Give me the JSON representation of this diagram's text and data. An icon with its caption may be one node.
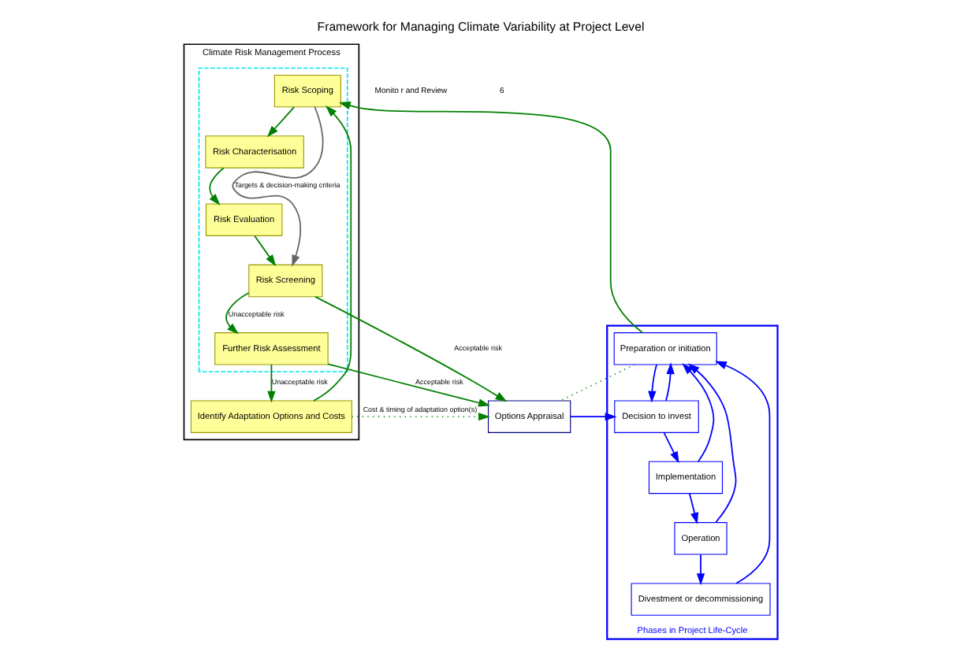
{
  "diagram": {
    "title": "Framework for Managing Climate Variability at Project Level",
    "nodes": [
      {
        "text": [
          "Phases in Project Life-Cycle"
        ]
      },
      {
        "text": [
          "Preparation or initiation"
        ],
        "in": 0
      },
      {
        "text": [
          "Decision to invest"
        ],
        "in": 0
      },
      {
        "text": [
          "Implementation"
        ],
        "in": 0
      },
      {
        "text": [
          "Operation"
        ],
        "in": 0
      },
      {
        "text": [
          "Divestment or decommissioning"
        ],
        "in": 0
      },
      {
        "text": [
          "Options Appraisal"
        ]
      },
      {
        "text": [
          "Climate Risk Management Process"
        ]
      },
      {
        "text": [],
        "shape": "box",
        "in": 7
      },
      {
        "text": [
          "Risk Scoping"
        ],
        "in": 8
      },
      {
        "text": [
          "Risk Characterisation"
        ],
        "in": 8
      },
      {
        "text": [
          "Risk Evaluation"
        ],
        "in": 8
      },
      {
        "text": [
          "Risk Screening"
        ],
        "in": 8
      },
      {
        "text": [
          "Further Risk Assessment"
        ],
        "in": 8
      },
      {
        "text": [
          "Identify Adaptation Options and Costs"
        ],
        "in": 7
      }
    ],
    "edges": [
      {
        "from": 1,
        "to": 2,
        "arrow": "to",
        "color": "#0000ff"
      },
      {
        "from": 2,
        "to": 3,
        "arrow": "to",
        "color": "#0000ff"
      },
      {
        "from": 3,
        "to": 4,
        "arrow": "to",
        "color": "#0000ff"
      },
      {
        "from": 4,
        "to": 5,
        "arrow": "to",
        "color": "#0000ff"
      },
      {
        "from": 2,
        "to": 1,
        "arrow": "to",
        "color": "#0000ff"
      },
      {
        "from": 3,
        "to": 1,
        "arrow": "to",
        "color": "#0000ff"
      },
      {
        "from": 4,
        "to": 1,
        "arrow": "to",
        "color": "#0000ff"
      },
      {
        "from": 5,
        "to": 1,
        "arrow": "to",
        "color": "#0000ff"
      },
      {
        "from": 6,
        "to": 2,
        "arrow": "to",
        "color": "#0000ff"
      },
      {
        "from": 1,
        "to": 9,
        "arrow": "to"
      },
      {
        "from": 1,
        "to": 6,
        "arrow": "none",
        "style": "dashed"
      },
      {
        "from": 9,
        "to": 10,
        "arrow": "to"
      },
      {
        "from": 10,
        "to": 11,
        "arrow": "to"
      },
      {
        "from": 9,
        "to": 12,
        "label": "Targets & decision-making criteria",
        "arrow": "to",
        "color": "#666666"
      },
      {
        "from": 11,
        "to": 12,
        "arrow": "to"
      },
      {
        "from": 12,
        "to": 6,
        "label": "Acceptable risk",
        "arrow": "to"
      },
      {
        "from": 12,
        "to": 13,
        "label": "Unacceptable risk",
        "arrow": "to"
      },
      {
        "from": 13,
        "to": 6,
        "label": "Acceptable risk",
        "arrow": "to"
      },
      {
        "from": 13,
        "to": 14,
        "label": "Unacceptable risk",
        "arrow": "to"
      },
      {
        "from": 14,
        "to": 9,
        "arrow": "to"
      },
      {
        "from": 14,
        "to": 6,
        "label": "Cost & timing of adaptation option(s)",
        "arrow": "to",
        "style": "dashed"
      }
    ],
    "labels": [
      "Monito r and Review",
      "6"
    ]
  }
}
